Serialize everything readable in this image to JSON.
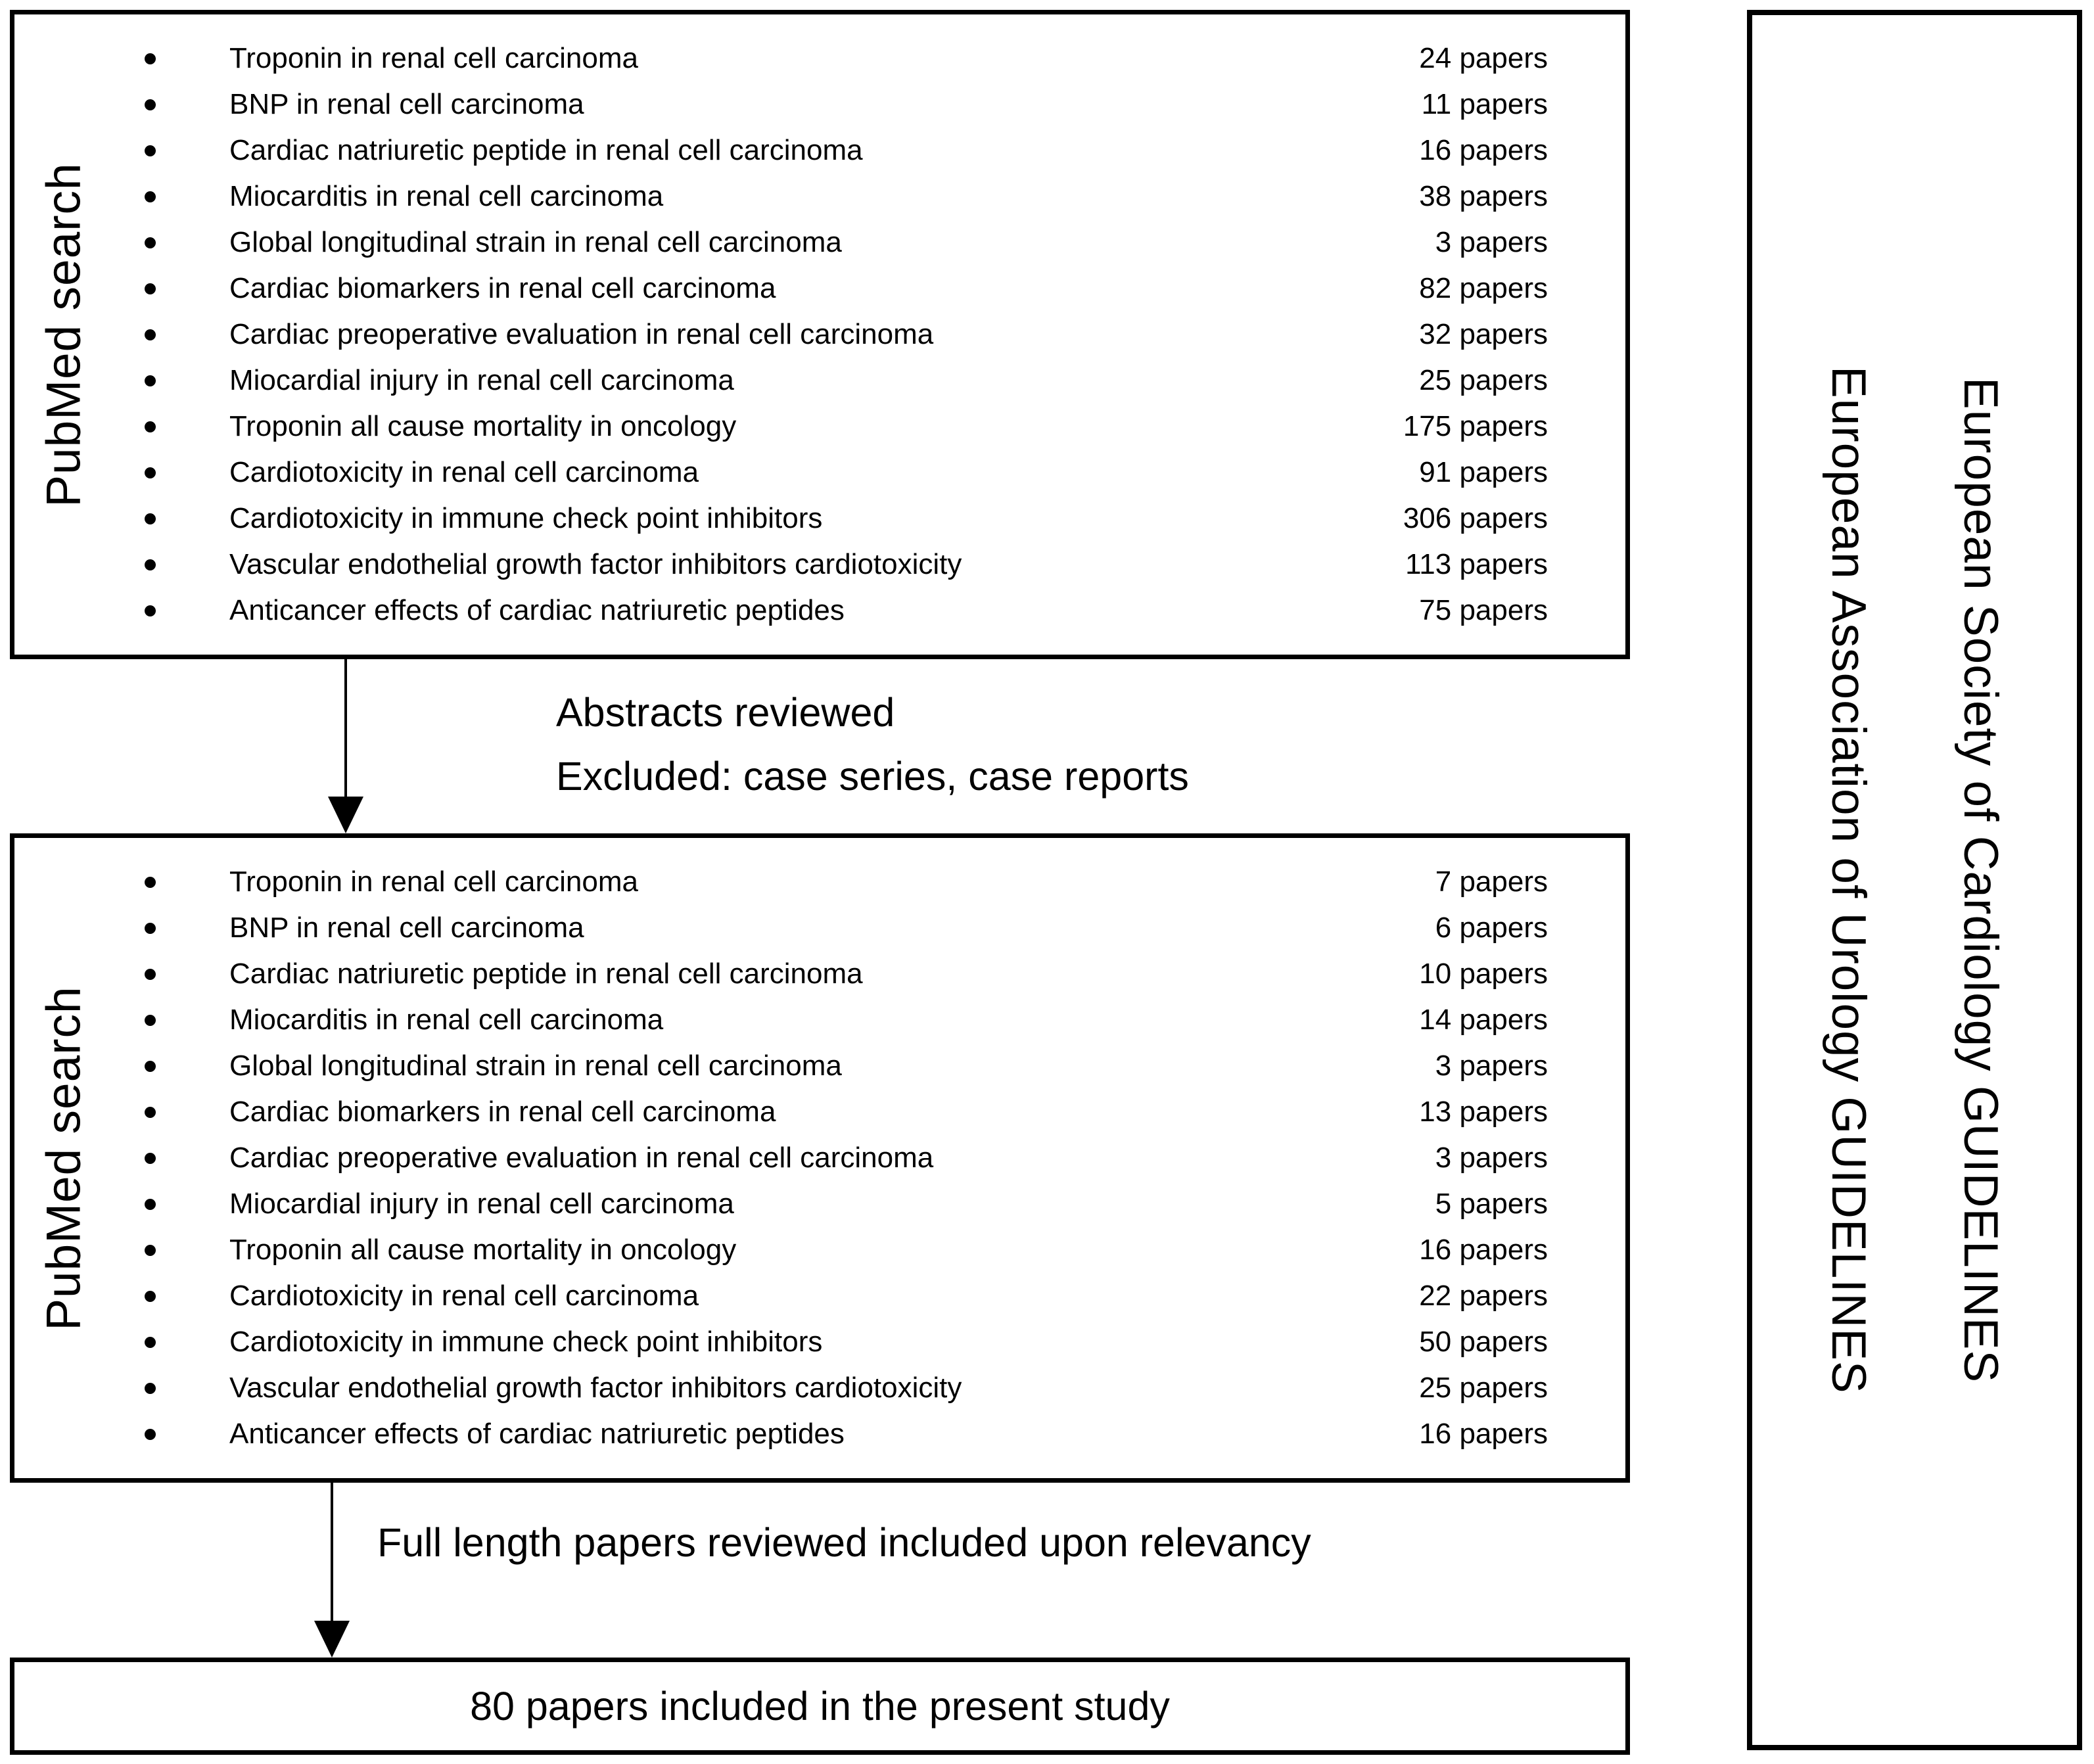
{
  "diagram": {
    "colors": {
      "ink": "#000000",
      "background": "#ffffff"
    },
    "box1": {
      "side_label": "PubMed search",
      "items": [
        {
          "label": "Troponin in renal cell carcinoma",
          "count": "24 papers"
        },
        {
          "label": "BNP in renal cell carcinoma",
          "count": "11 papers"
        },
        {
          "label": "Cardiac natriuretic peptide in renal cell carcinoma",
          "count": "16 papers"
        },
        {
          "label": "Miocarditis in renal cell carcinoma",
          "count": "38 papers"
        },
        {
          "label": "Global longitudinal strain in renal cell carcinoma",
          "count": "3 papers"
        },
        {
          "label": "Cardiac biomarkers in renal cell carcinoma",
          "count": "82 papers"
        },
        {
          "label": "Cardiac preoperative evaluation in renal cell carcinoma",
          "count": "32 papers"
        },
        {
          "label": "Miocardial injury in renal cell carcinoma",
          "count": "25 papers"
        },
        {
          "label": "Troponin all cause mortality in oncology",
          "count": "175 papers"
        },
        {
          "label": "Cardiotoxicity in renal cell carcinoma",
          "count": "91 papers"
        },
        {
          "label": "Cardiotoxicity in immune check point inhibitors",
          "count": "306 papers"
        },
        {
          "label": "Vascular endothelial growth factor inhibitors cardiotoxicity",
          "count": "113 papers"
        },
        {
          "label": "Anticancer effects of cardiac natriuretic peptides",
          "count": "75 papers"
        }
      ]
    },
    "transition1": {
      "line1": "Abstracts reviewed",
      "line2": "Excluded: case series, case reports"
    },
    "box2": {
      "side_label": "PubMed search",
      "items": [
        {
          "label": "Troponin in renal cell carcinoma",
          "count": "7 papers"
        },
        {
          "label": "BNP in renal cell carcinoma",
          "count": "6 papers"
        },
        {
          "label": "Cardiac natriuretic peptide in renal cell carcinoma",
          "count": "10 papers"
        },
        {
          "label": "Miocarditis in renal cell carcinoma",
          "count": "14 papers"
        },
        {
          "label": "Global longitudinal strain in renal cell carcinoma",
          "count": "3 papers"
        },
        {
          "label": "Cardiac biomarkers in renal cell carcinoma",
          "count": "13 papers"
        },
        {
          "label": "Cardiac preoperative evaluation in renal cell carcinoma",
          "count": "3 papers"
        },
        {
          "label": "Miocardial injury in renal cell carcinoma",
          "count": "5 papers"
        },
        {
          "label": "Troponin all cause mortality in oncology",
          "count": "16 papers"
        },
        {
          "label": "Cardiotoxicity in renal cell carcinoma",
          "count": "22 papers"
        },
        {
          "label": "Cardiotoxicity in immune check point inhibitors",
          "count": "50 papers"
        },
        {
          "label": "Vascular endothelial growth factor inhibitors cardiotoxicity",
          "count": "25 papers"
        },
        {
          "label": "Anticancer effects of cardiac natriuretic peptides",
          "count": "16 papers"
        }
      ]
    },
    "transition2": {
      "line1": "Full length papers reviewed included upon relevancy"
    },
    "result_box": {
      "text": "80 papers included in the present study"
    },
    "guidelines_panel": {
      "line1": "European Society of Cardiology GUIDELINES",
      "line2": "European Association of Urology GUIDELINES"
    }
  }
}
